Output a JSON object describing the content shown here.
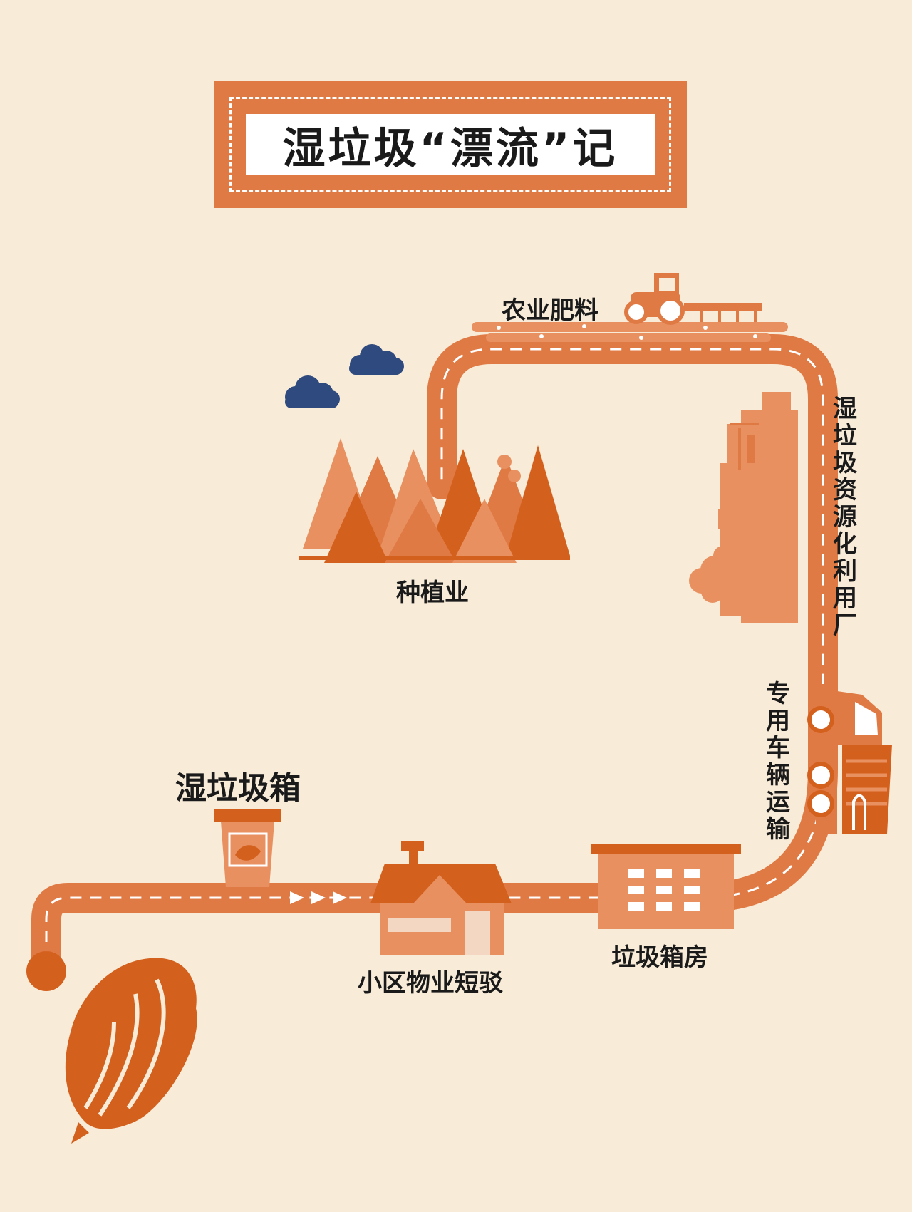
{
  "title": "湿垃圾“漂流”记",
  "stages": {
    "bin": "湿垃圾箱",
    "property": "小区物业短驳",
    "bin_room": "垃圾箱房",
    "transport": "专用车辆运输",
    "plant": "湿垃圾资源化利用厂",
    "fertilizer": "农业肥料",
    "planting": "种植业"
  },
  "colors": {
    "background": "#f8ebd8",
    "road": "#e07a45",
    "dark_orange": "#d4601e",
    "light_orange": "#e89060",
    "cloud": "#2f4a7e"
  }
}
